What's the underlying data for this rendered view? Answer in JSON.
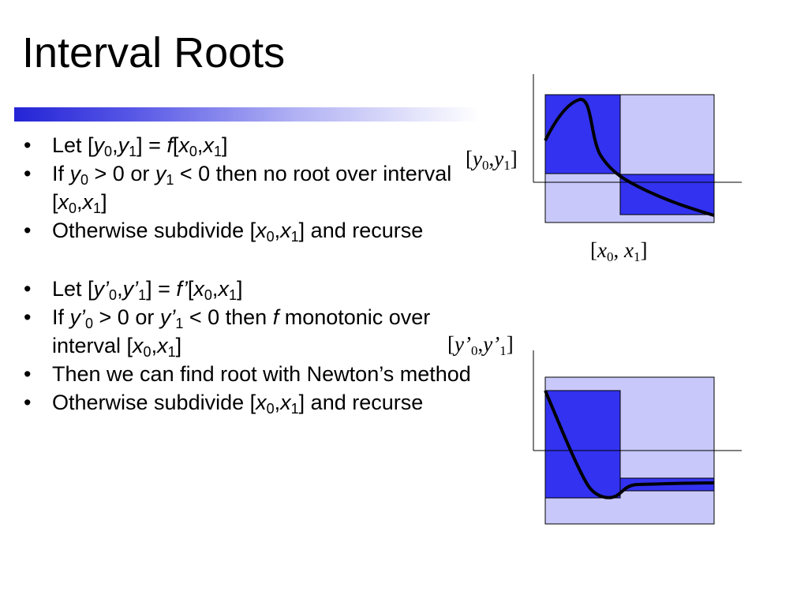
{
  "slide": {
    "title": "Interval Roots"
  },
  "bullets": [
    {
      "id": "let-y",
      "text": "Let [y0,y1] = f[x0,x1]"
    },
    {
      "id": "if-y",
      "text": "If y0 > 0 or y1 < 0 then no root over interval [x0,x1]"
    },
    {
      "id": "otherwise-1",
      "text": "Otherwise subdivide [x0,x1] and recurse"
    },
    {
      "id": "let-yprime",
      "text": "Let [y’0,y’1] = f’[x0,x1]"
    },
    {
      "id": "if-yprime",
      "text": "If y’0 > 0 or y’1 < 0 then f monotonic over interval [x0,x1]"
    },
    {
      "id": "newton",
      "text": "Then we can find root with Newton’s method"
    },
    {
      "id": "otherwise-2",
      "text": "Otherwise subdivide [x0,x1] and recurse"
    }
  ],
  "bullet_symbol": "•",
  "diagram_top": {
    "y_range_label": "[y0,y1]",
    "x_range_label": "[x0, x1]"
  },
  "diagram_bottom": {
    "y_range_label": "[y’0,y’1]"
  },
  "colors": {
    "dark_box": "#3232f0",
    "light_box": "#c8c8fa",
    "curve": "#000000",
    "title_bar": "#2424d6"
  }
}
